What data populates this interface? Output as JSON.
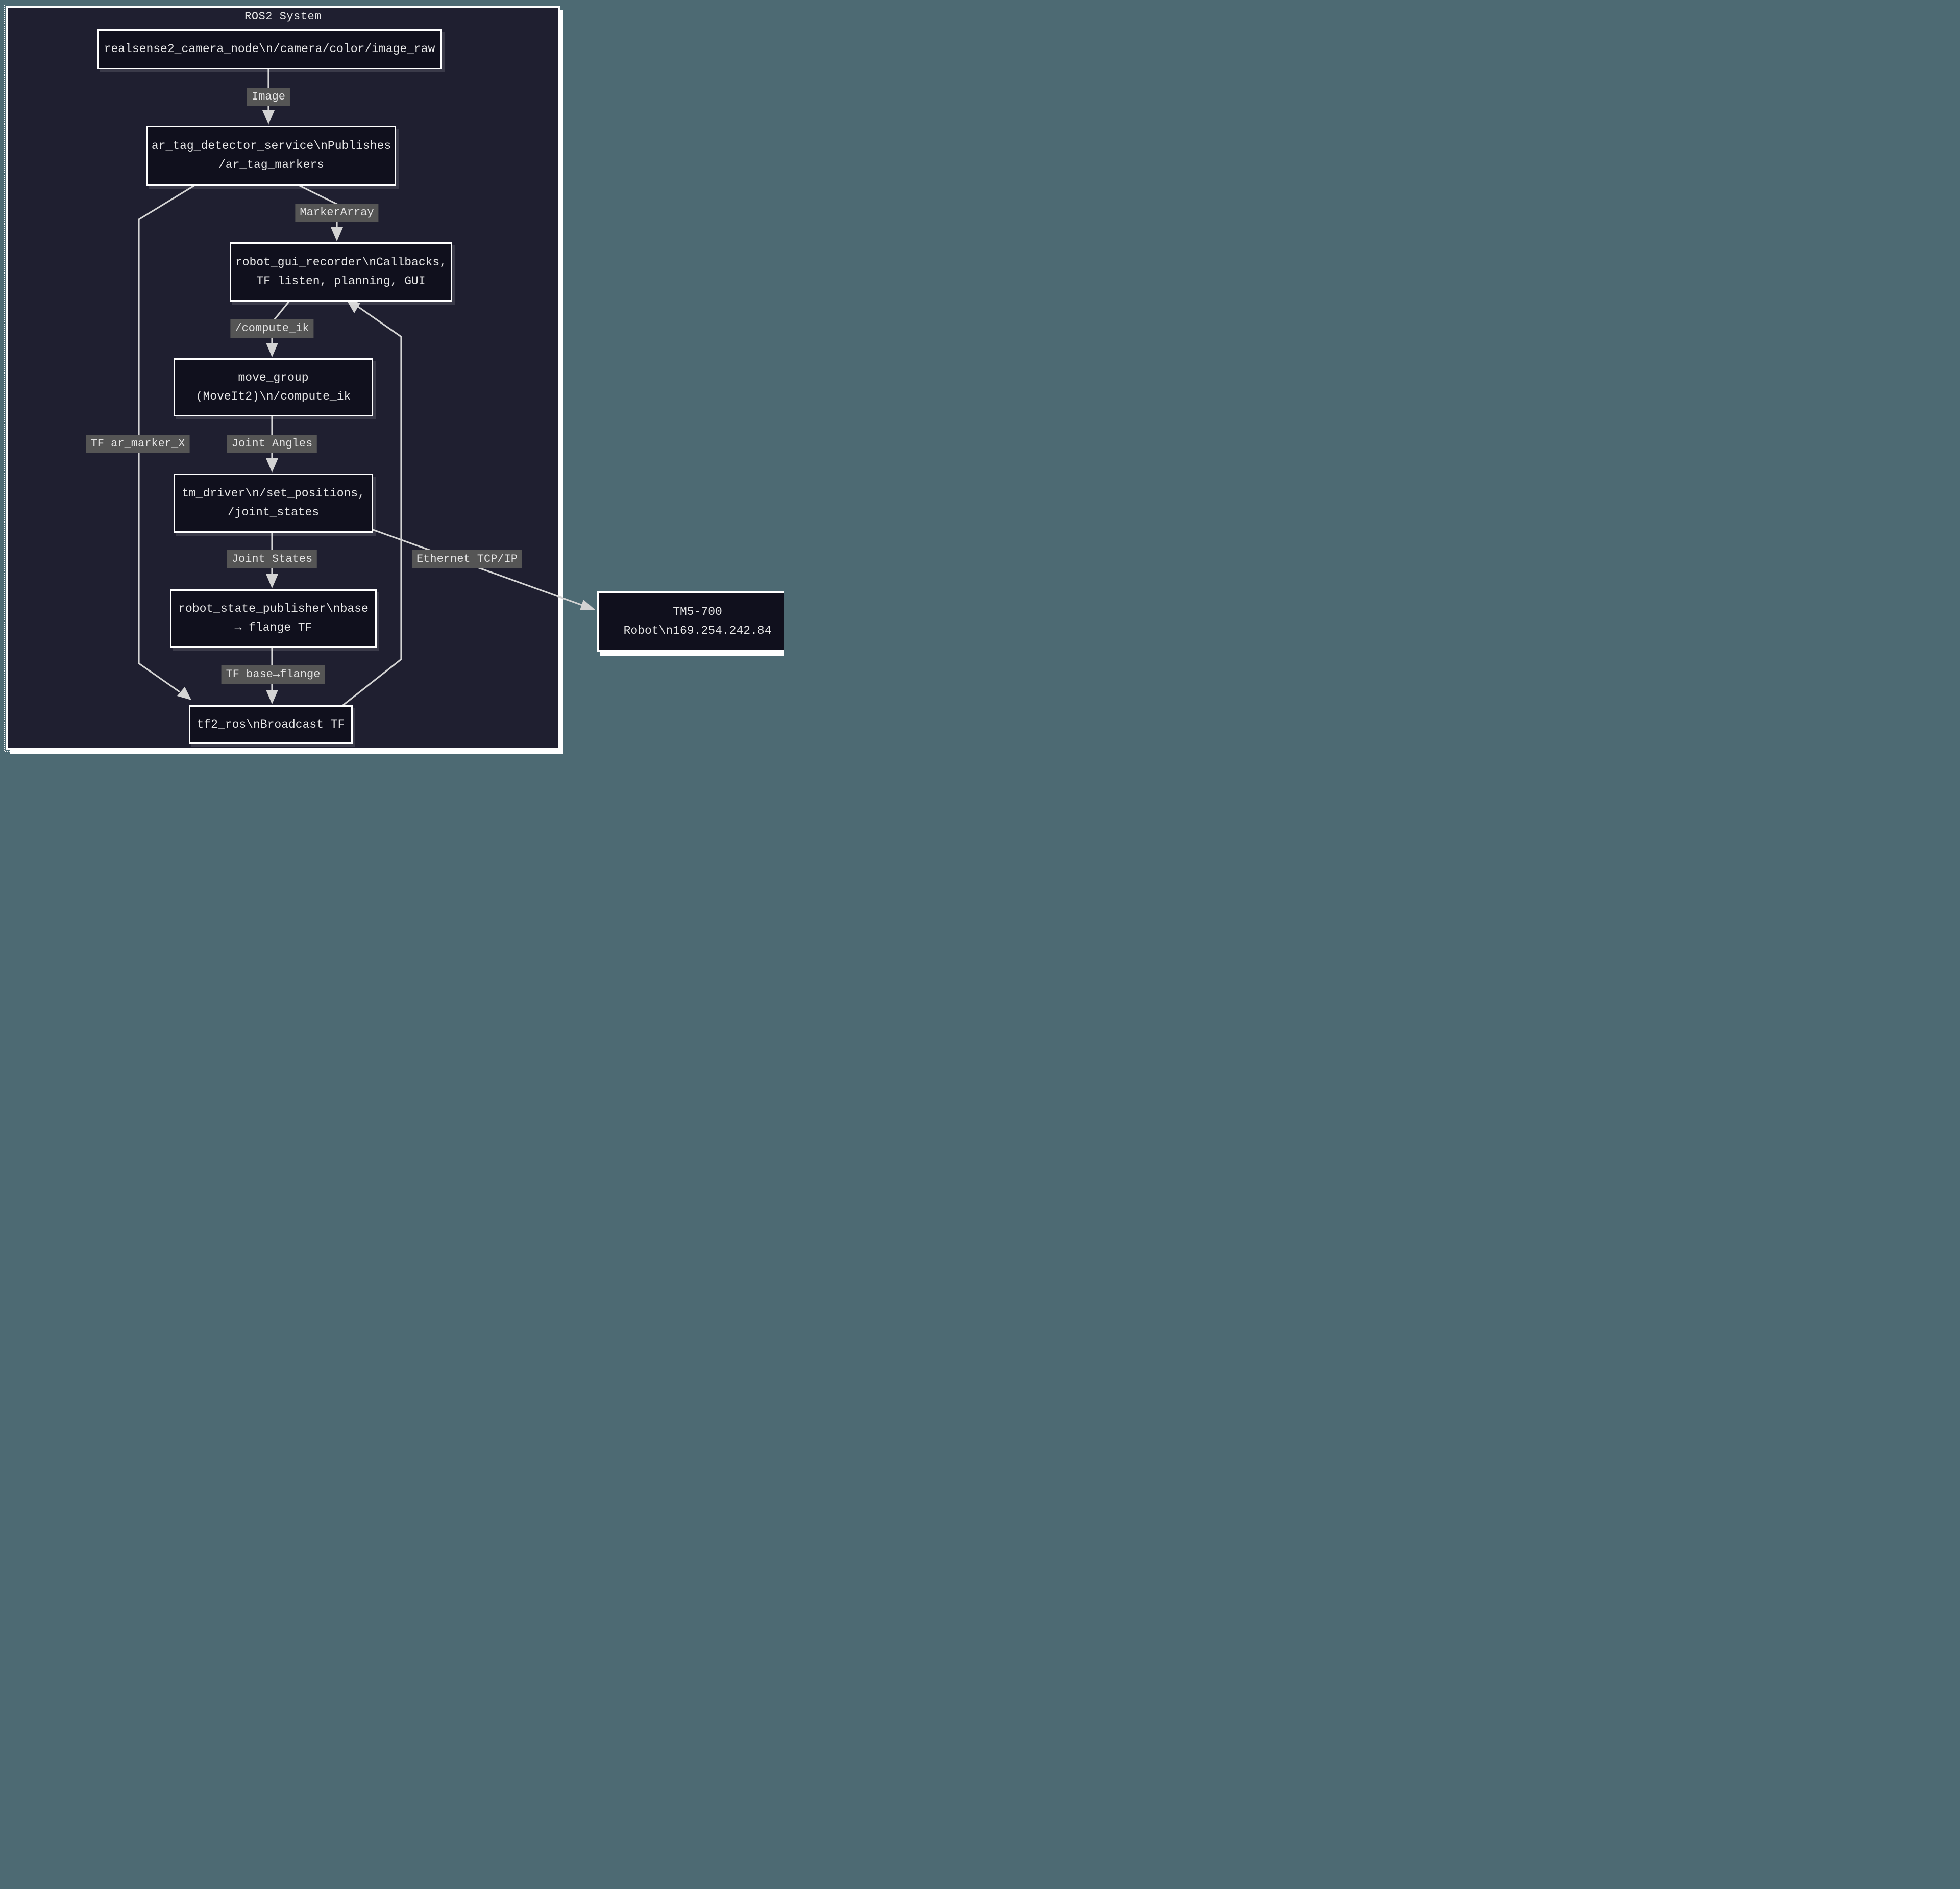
{
  "colors": {
    "page_background": "#4d6a73",
    "cluster_fill": "#1f1f30",
    "cluster_border": "#fdfdfd",
    "node_fill": "#10101d",
    "node_border": "#ffffff",
    "node_text": "#e6e6e6",
    "edge_stroke": "#d3d3d3",
    "edge_label_background": "#555555",
    "edge_label_text": "#e4e4e4"
  },
  "diagram": {
    "cluster_title": "ROS2 System",
    "nodes": {
      "realsense": {
        "lines": [
          "realsense2_camera_node\\n/camera/color/image_raw"
        ]
      },
      "ar_tag": {
        "lines": [
          "ar_tag_detector_service\\nPublishes",
          "/ar_tag_markers"
        ]
      },
      "gui": {
        "lines": [
          "robot_gui_recorder\\nCallbacks,",
          "TF listen, planning, GUI"
        ]
      },
      "move_group": {
        "lines": [
          "move_group",
          "(MoveIt2)\\n/compute_ik"
        ]
      },
      "tm_driver": {
        "lines": [
          "tm_driver\\n/set_positions,",
          "/joint_states"
        ]
      },
      "robot_state": {
        "lines": [
          "robot_state_publisher\\nbase",
          "→ flange TF"
        ]
      },
      "tf2_ros": {
        "lines": [
          "tf2_ros\\nBroadcast TF"
        ]
      },
      "tm5": {
        "lines": [
          "TM5-700",
          "Robot\\n169.254.242.84"
        ]
      }
    },
    "edge_labels": {
      "image": "Image",
      "marker_array": "MarkerArray",
      "compute_ik": "/compute_ik",
      "tf_ar_marker": "TF ar_marker_X",
      "joint_angles": "Joint Angles",
      "joint_states": "Joint States",
      "ethernet": "Ethernet TCP/IP",
      "tf_base_flange": "TF base→flange"
    }
  }
}
